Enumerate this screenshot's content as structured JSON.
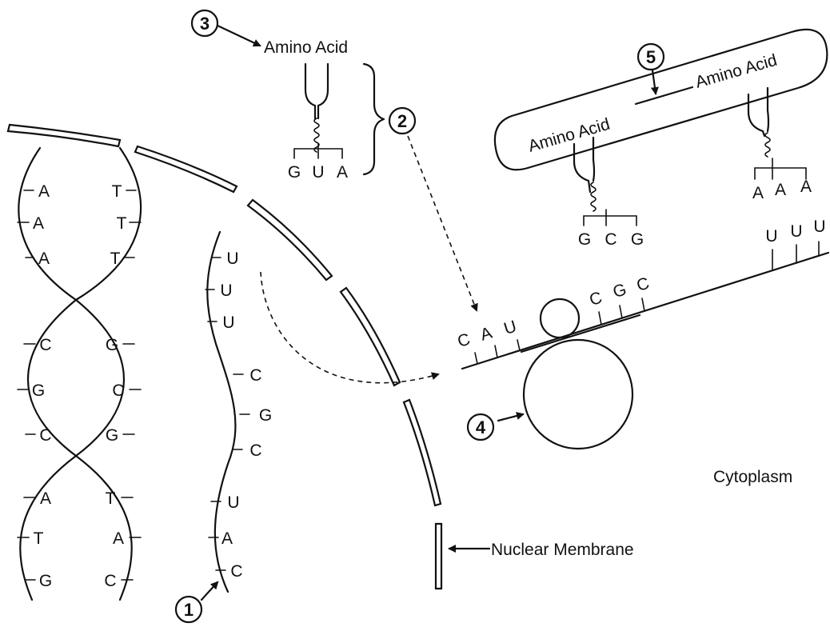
{
  "labels": {
    "amino_acid_trna": "Amino Acid",
    "amino_acid_left": "Amino Acid",
    "amino_acid_right": "Amino Acid",
    "nuclear_membrane": "Nuclear Membrane",
    "cytoplasm": "Cytoplasm"
  },
  "markers": [
    "1",
    "2",
    "3",
    "4",
    "5"
  ],
  "dna": {
    "left_strand": [
      "A",
      "A",
      "A",
      "C",
      "G",
      "C",
      "A",
      "T",
      "G"
    ],
    "right_strand": [
      "T",
      "T",
      "T",
      "G",
      "C",
      "G",
      "T",
      "A",
      "C"
    ]
  },
  "mrna_nucleus": [
    "U",
    "U",
    "U",
    "C",
    "G",
    "C",
    "U",
    "A",
    "C"
  ],
  "trna_free_anticodon": [
    "G",
    "U",
    "A"
  ],
  "ribosome_mrna": {
    "left_codon": [
      "C",
      "A",
      "U"
    ],
    "middle_codon": [
      "C",
      "G",
      "C"
    ],
    "right_codon": [
      "U",
      "U",
      "U"
    ]
  },
  "trna_left_anticodon": [
    "G",
    "C",
    "G"
  ],
  "trna_right_anticodon": [
    "A",
    "A",
    "A"
  ],
  "colors": {
    "ink": "#111111",
    "background": "#ffffff"
  }
}
